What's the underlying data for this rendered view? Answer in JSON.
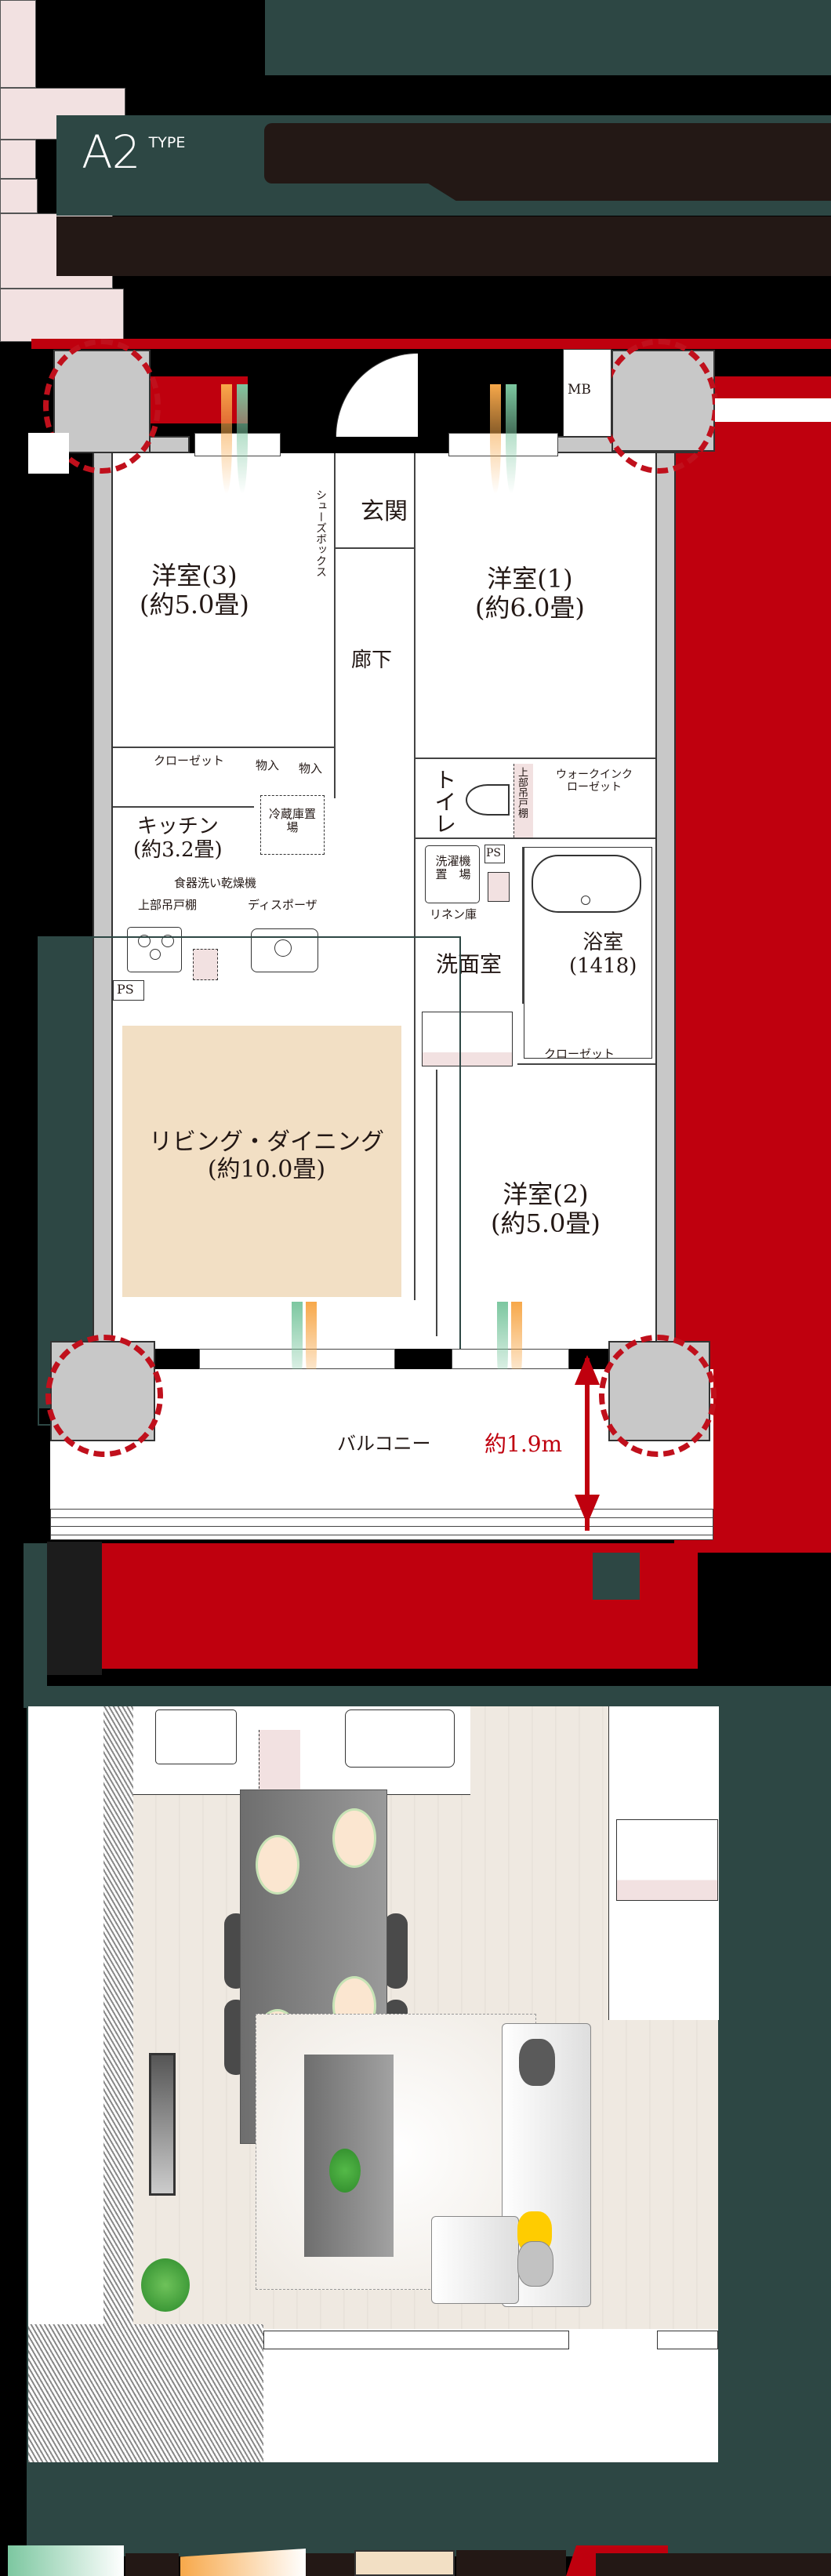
{
  "header": {
    "type_code": "A2",
    "type_label": "TYPE"
  },
  "plan": {
    "rooms": {
      "western3": {
        "name": "洋室(3)",
        "size": "(約5.0畳)"
      },
      "western1": {
        "name": "洋室(1)",
        "size": "(約6.0畳)"
      },
      "western2": {
        "name": "洋室(2)",
        "size": "(約5.0畳)"
      },
      "entrance": {
        "name": "玄関"
      },
      "corridor": {
        "name": "廊下"
      },
      "kitchen": {
        "name": "キッチン",
        "size": "(約3.2畳)"
      },
      "living": {
        "name": "リビング・ダイニング",
        "size": "(約10.0畳)"
      },
      "toilet": {
        "name": "トイレ"
      },
      "washroom": {
        "name": "洗面室"
      },
      "bathroom": {
        "name": "浴室",
        "size": "(1418)"
      },
      "balcony": {
        "name": "バルコニー"
      }
    },
    "storage": {
      "shoes_box": "シューズボックス",
      "closet3": "クローゼット",
      "storage_a": "物入",
      "storage_b": "物入",
      "fridge": "冷蔵庫置　場",
      "walk_in": "ウォークインクローゼット",
      "toilet_cabinet": "上部吊戸棚",
      "washer": "洗濯機置　場",
      "linen": "リネン庫",
      "closet2": "クローゼット",
      "mb": "MB",
      "ps_upper": "PS",
      "ps_kitchen": "PS"
    },
    "annotations": {
      "dishwasher": "食器洗い乾燥機",
      "upper_cabinet": "上部吊戸棚",
      "disposer": "ディスポーザ",
      "balcony_depth": "約1.9m"
    }
  },
  "colors": {
    "brand_green": "#2d4744",
    "accent_red": "#bf000e",
    "dark": "#231815",
    "storage_pink": "#f2e1e1",
    "living_beige": "#f2dfc4",
    "wall_gray": "#c8c8c8"
  },
  "legend": {
    "swatches": [
      "wind-flow-green",
      "light-flow-orange",
      "living-area-beige",
      "column-red-dashed"
    ]
  }
}
